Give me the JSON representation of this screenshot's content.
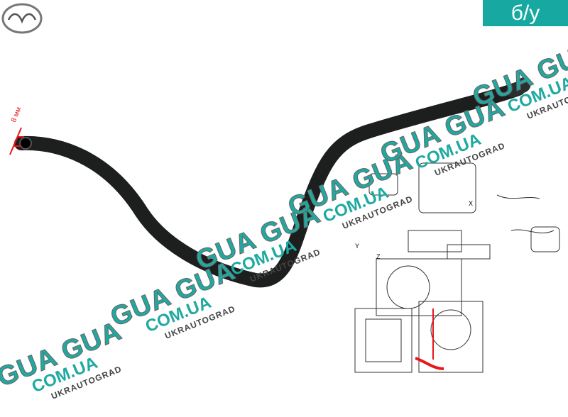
{
  "brand": {
    "logo": "mazda-logo"
  },
  "badge": {
    "label": "б/у",
    "color": "#17a9a1"
  },
  "dimension": {
    "label": "8 мм",
    "color": "#e8161b"
  },
  "watermark": {
    "gua": "GUA GUA",
    "com": "COM.UA",
    "uk": "UKRAUTOGRAD",
    "color": "#1fa9a0"
  },
  "diagram": {
    "labels": [
      "X",
      "Y",
      "Z"
    ]
  }
}
